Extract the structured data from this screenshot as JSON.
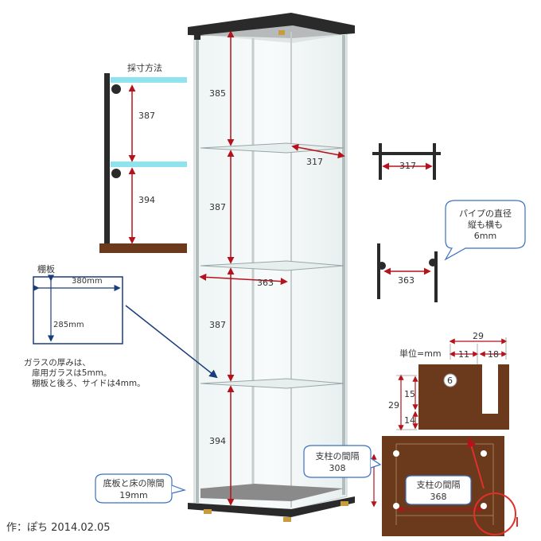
{
  "colors": {
    "arrow": "#b5121b",
    "frame": "#2a2a2a",
    "brown": "#6b3a1c",
    "cyan": "#8ee3ee",
    "bubble_stroke": "#3b6fc4",
    "annot_blue": "#1a3c7a",
    "highlight": "#e0302a"
  },
  "measure": {
    "title": "採寸方法",
    "d387": "387",
    "d394": "394"
  },
  "cabinet": {
    "h_top": "385",
    "h2": "387",
    "h3": "387",
    "h_bottom": "394",
    "depth_shelf": "317",
    "width_shelf": "363"
  },
  "side": {
    "d317": "317",
    "d363": "363"
  },
  "pipe_bubble": {
    "line1": "パイプの直径",
    "line2": "縦も横も",
    "line3": "6mm"
  },
  "shelf_board": {
    "label": "棚板",
    "width": "380mm",
    "depth": "285mm"
  },
  "glass_note": {
    "line1": "ガラスの厚みは、",
    "line2": "扉用ガラスは5mm。",
    "line3": "棚板と後ろ、サイドは4mm。"
  },
  "floor_bubble": {
    "line1": "底板と床の隙間",
    "line2": "19mm"
  },
  "author": "作：ぽち 2014.02.05",
  "detail": {
    "unit": "単位=mm",
    "d29_top": "29",
    "d11": "11",
    "d18": "18",
    "d6": "6",
    "d15": "15",
    "d29_side": "29",
    "d14": "14"
  },
  "pillar_bubble_1": {
    "line1": "支柱の間隔",
    "line2": "308"
  },
  "pillar_bubble_2": {
    "line1": "支柱の間隔",
    "line2": "368"
  }
}
